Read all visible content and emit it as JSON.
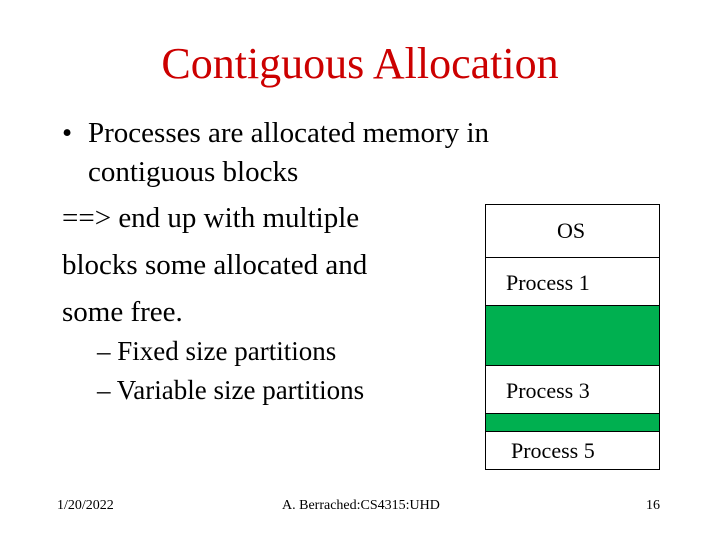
{
  "slide": {
    "title": "Contiguous Allocation",
    "bullet_symbol": "•",
    "bullet_line1": "Processes are allocated memory in",
    "bullet_line2": "contiguous blocks",
    "body_line1": "==> end up with multiple",
    "body_line2": "blocks some allocated and",
    "body_line3": "some free.",
    "sub_items": [
      "– Fixed size partitions",
      "– Variable size partitions"
    ]
  },
  "memory_diagram": {
    "free_color": "#00b050",
    "blocks": [
      {
        "label": "OS",
        "free": false
      },
      {
        "label": "Process 1",
        "free": false
      },
      {
        "label": "",
        "free": true
      },
      {
        "label": "Process 3",
        "free": false
      },
      {
        "label": "",
        "free": true
      },
      {
        "label": "Process 5",
        "free": false
      }
    ]
  },
  "footer": {
    "date": "1/20/2022",
    "author": "A. Berrached:CS4315:UHD",
    "page": "16"
  },
  "colors": {
    "title": "#cc0000",
    "free_block": "#00b050"
  }
}
